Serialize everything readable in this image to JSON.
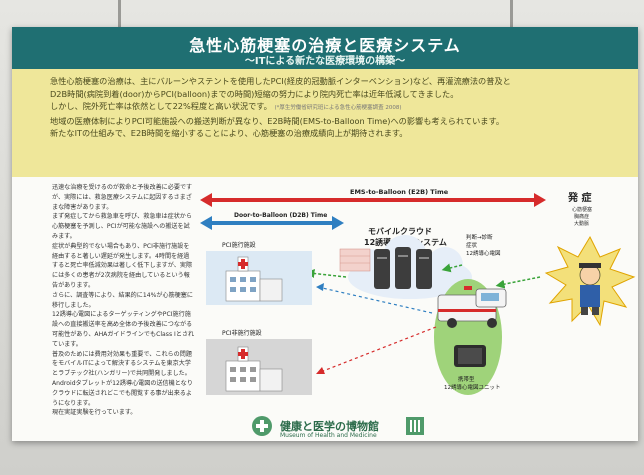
{
  "header": {
    "title": "急性心筋梗塞の治療と医療システム",
    "subtitle": "〜ITによる新たな医療環境の構築〜"
  },
  "intro": {
    "lines": [
      "急性心筋梗塞の治療は、主にバルーンやステントを使用したPCI(経皮的冠動脈インターベンション)など、再灌流療法の普及と",
      "D2B時間(病院到着(door)からPCI(balloon)までの時間)短縮の努力により院内死亡率は近年低減してきました。",
      "しかし、院外死亡率は依然として22%程度と高い状況です。",
      "地域の医療体制によりPCI可能施設への搬送判断が異なり、E2B時間(EMS-to-Balloon Time)への影響も考えられています。",
      "新たなITの仕組みで、E2B時間を縮小することにより、心筋梗塞の治療成績向上が期待されます。"
    ],
    "note": "(*厚生労働省研究班による急性心筋梗塞調査 2008)"
  },
  "left_text": [
    "迅速な治療を受けるのが救命と予後改善に必要ですが、実際には、救急医療システムに起因するさまざまな障害があります。",
    "まず発症してから救急車を呼び、救急車は症状から心筋梗塞を予測し、PCIが可能な施設への搬送を試みます。",
    "症状が典型的でない場合もあり、PCI非施行施設を経由すると著しい遅延が発生します。4時間を経過すると死亡率低減効果は著しく低下しますが、実際には多くの患者が2次病院を経由しているという報告があります。",
    "さらに、調査等により、結果的に14%が心筋梗塞に移行しました。",
    "12誘導心電図によるターゲッティングやPCI施行施設への直接搬送率を高め全体の予後改善につながる可能性があり、AHAガイドラインでもClass Ⅰとされています。",
    "普及のためには費用対効果も重要で、これらの問題をモバイルITによって解決するシステムを東京大学とラブテック社(ハンガリー)で共同開発しました。Androidタブレットが12誘導心電図の送信機となりクラウドに転送されどこでも閲覧する事が出来るようになります。",
    "現在実証実験を行っています。"
  ],
  "diagram": {
    "e2b_label": "EMS-to-Balloon (E2B) Time",
    "d2b_label": "Door-to-Balloon (D2B) Time",
    "onset_title": "発 症",
    "onset_lines": [
      "心筋梗塞",
      "胸痛症",
      "大動脈"
    ],
    "cloud_title": "モバイルクラウド",
    "cloud_subtitle": "12誘導心電図システム",
    "flow_lines": [
      "判断→診断",
      "症状",
      "12誘導心電図"
    ],
    "pci_label": "PCI施行施設",
    "nonpci_label": "PCI非施行施設",
    "tablet_label": "携帯型",
    "tablet_sub": "12誘導心電図ユニット"
  },
  "footer": {
    "name": "健康と医学の博物館",
    "name_en": "Museum of Health and Medicine"
  },
  "colors": {
    "header": "#1f6f72",
    "band": "#efe79a",
    "e2b_arrow": "#d62b2b",
    "d2b_arrow": "#2f7fc1"
  }
}
